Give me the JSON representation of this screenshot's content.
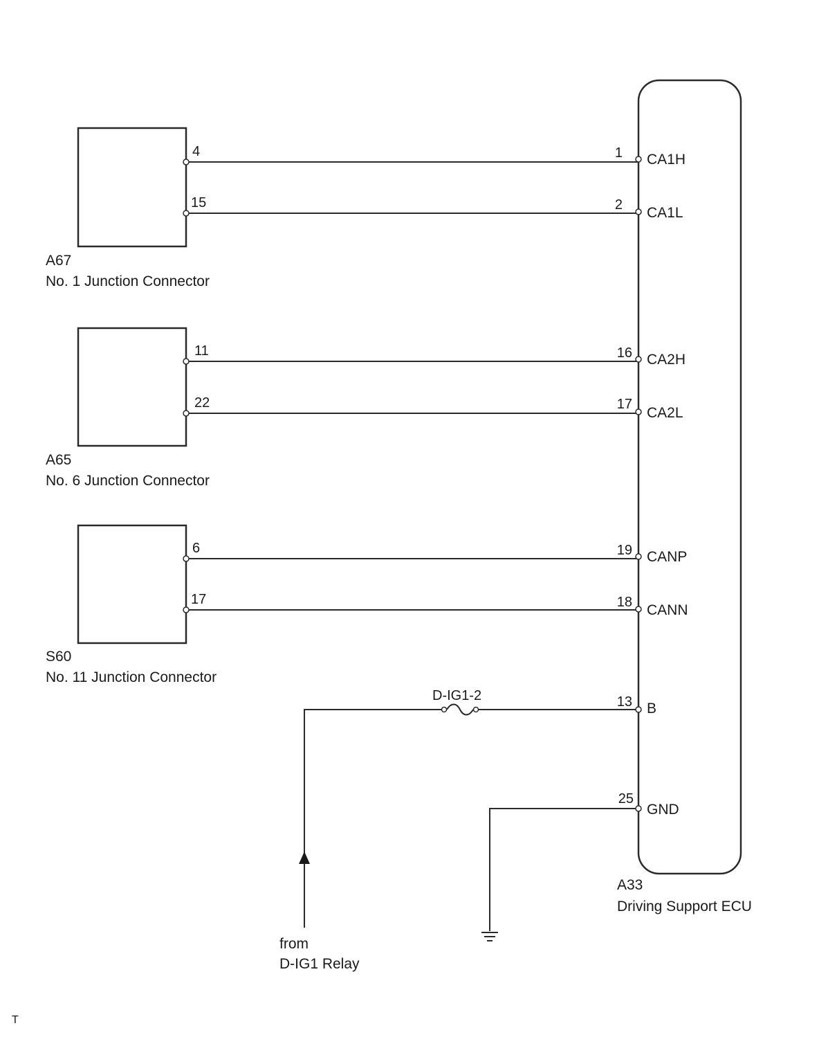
{
  "connectors": [
    {
      "code": "A67",
      "name": "No. 1 Junction Connector",
      "pin_top": "4",
      "pin_bottom": "15"
    },
    {
      "code": "A65",
      "name": "No. 6 Junction Connector",
      "pin_top": "11",
      "pin_bottom": "22"
    },
    {
      "code": "S60",
      "name": "No. 11 Junction Connector",
      "pin_top": "6",
      "pin_bottom": "17"
    }
  ],
  "ecu": {
    "code": "A33",
    "name": "Driving Support ECU",
    "pins": [
      {
        "num": "1",
        "signal": "CA1H"
      },
      {
        "num": "2",
        "signal": "CA1L"
      },
      {
        "num": "16",
        "signal": "CA2H"
      },
      {
        "num": "17",
        "signal": "CA2L"
      },
      {
        "num": "19",
        "signal": "CANP"
      },
      {
        "num": "18",
        "signal": "CANN"
      },
      {
        "num": "13",
        "signal": "B"
      },
      {
        "num": "25",
        "signal": "GND"
      }
    ]
  },
  "fuse": {
    "label": "D-IG1-2"
  },
  "source": {
    "line1": "from",
    "line2": "D-IG1 Relay"
  },
  "corner_mark": "T"
}
